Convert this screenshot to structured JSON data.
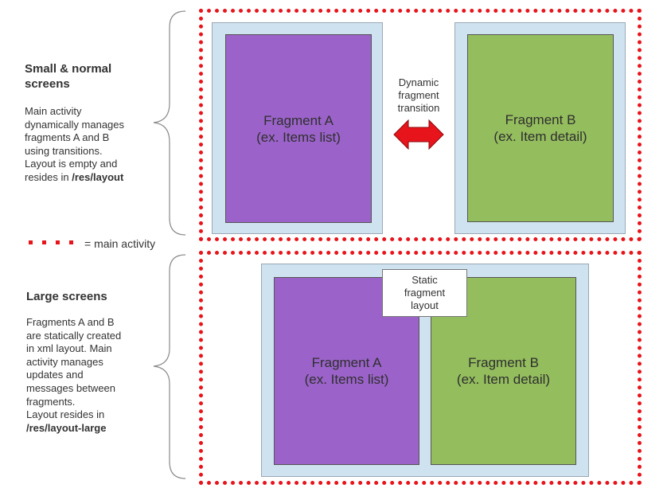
{
  "top": {
    "title_line1": "Small & normal",
    "title_line2": "screens",
    "desc_lines": [
      "Main activity",
      "dynamically manages",
      "fragments A and B",
      "using transitions.",
      "Layout is empty and"
    ],
    "desc_last_prefix": "resides in ",
    "desc_last_bold": "/res/layout",
    "fragment_a": {
      "name": "Fragment A",
      "sub": "(ex. Items list)"
    },
    "fragment_b": {
      "name": "Fragment B",
      "sub": "(ex. Item detail)"
    },
    "transition_lines": [
      "Dynamic",
      "fragment",
      "transition"
    ]
  },
  "legend": {
    "label": "= main activity"
  },
  "bottom": {
    "title": "Large screens",
    "desc_lines": [
      "Fragments A and B",
      "are statically created",
      "in xml layout. Main",
      "activity manages",
      "updates and",
      "messages between",
      "fragments.",
      "Layout resides in"
    ],
    "desc_last_bold": "/res/layout-large",
    "fragment_a": {
      "name": "Fragment A",
      "sub": "(ex. Items list)"
    },
    "fragment_b": {
      "name": "Fragment B",
      "sub": "(ex. Item detail)"
    },
    "static_lines": [
      "Static",
      "fragment",
      "layout"
    ]
  },
  "colors": {
    "activity_border": "#e8141b",
    "screen_bg": "#cfe2f0",
    "fragment_a": "#9b63c9",
    "fragment_b": "#94bd5e",
    "arrow": "#e8141b"
  }
}
